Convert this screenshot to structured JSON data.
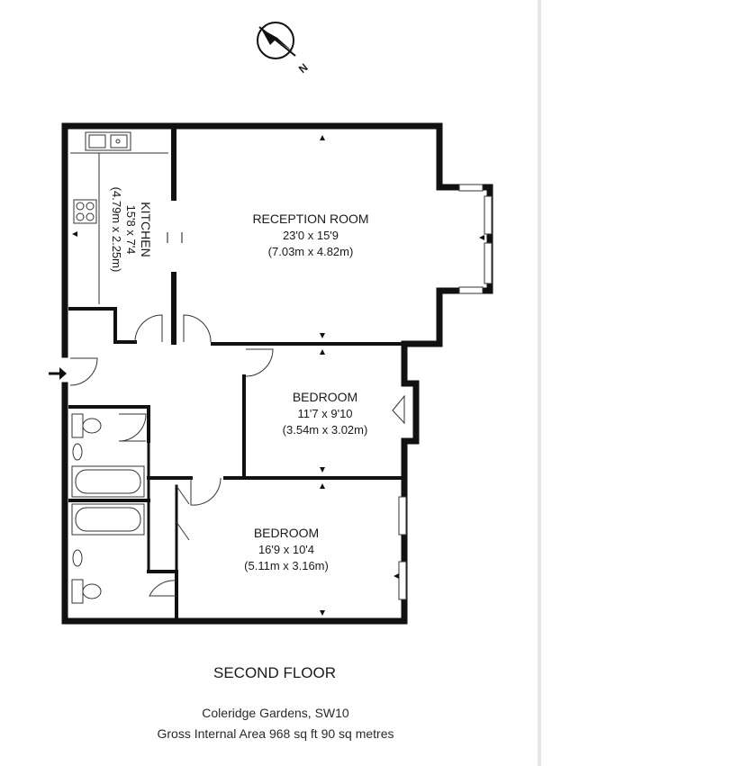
{
  "compass": {
    "north_label": "N",
    "icon": "compass-north-arrow-icon"
  },
  "rooms": {
    "reception": {
      "name": "RECEPTION ROOM",
      "imperial": "23'0 x 15'9",
      "metric": "(7.03m x 4.82m)"
    },
    "kitchen": {
      "name": "KITCHEN",
      "imperial": "15'8 x 7'4",
      "metric": "(4.79m x 2.25m)"
    },
    "bedroom1": {
      "name": "BEDROOM",
      "imperial": "11'7 x 9'10",
      "metric": "(3.54m x 3.02m)"
    },
    "bedroom2": {
      "name": "BEDROOM",
      "imperial": "16'9 x 10'4",
      "metric": "(5.11m x 3.16m)"
    }
  },
  "floor_title": "SECOND FLOOR",
  "address": "Coleridge Gardens, SW10",
  "area": "Gross Internal Area 968 sq ft 90 sq metres",
  "colors": {
    "wall": "#111111",
    "line": "#333333",
    "background": "#ffffff",
    "edge": "#e6e6e6"
  }
}
